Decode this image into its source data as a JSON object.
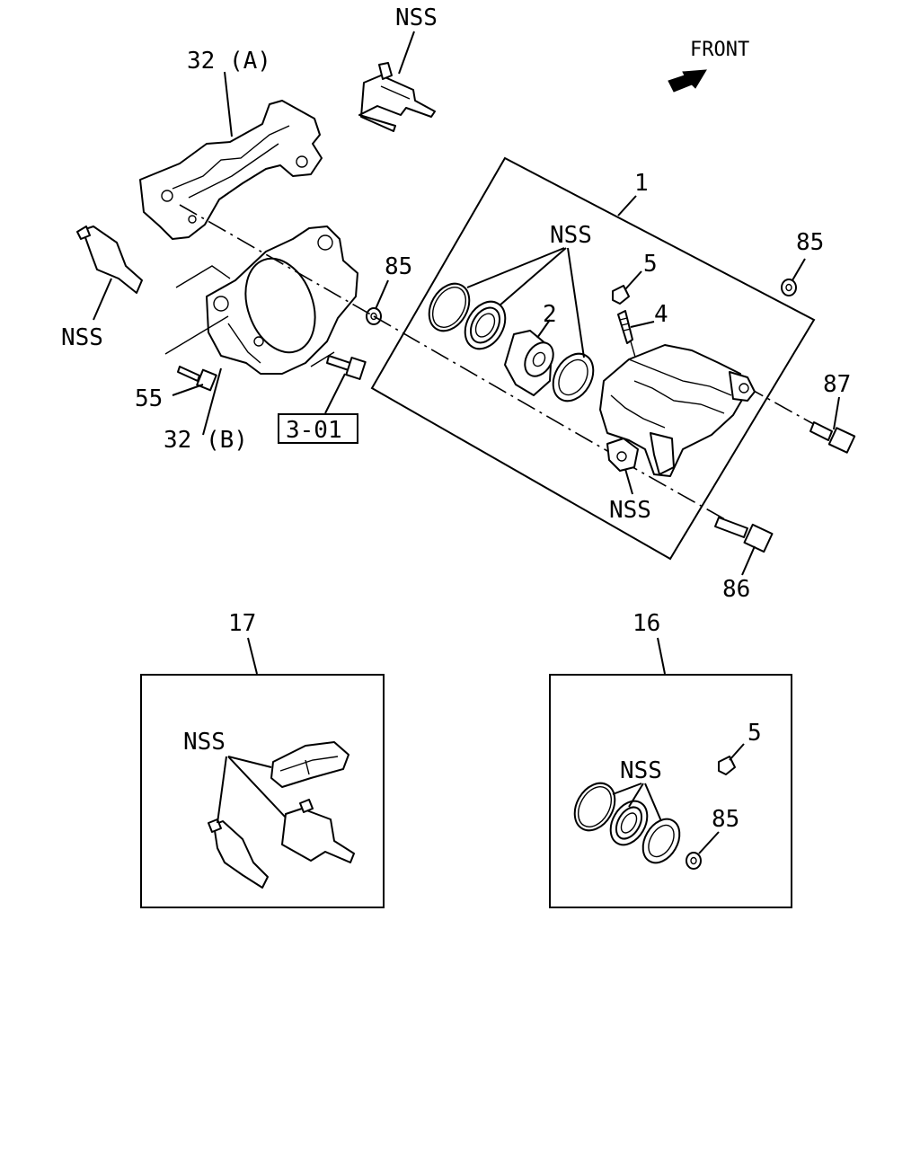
{
  "direction_label": "FRONT",
  "callouts": {
    "nss_top": "NSS",
    "bracket_a": "32 (A)",
    "nss_left": "NSS",
    "caliper_assembly": "1",
    "nss_seals": "NSS",
    "bleeder_cap": "5",
    "piston": "2",
    "bleeder_screw": "4",
    "washer_85_right": "85",
    "washer_85_left": "85",
    "bolt_87": "87",
    "bolt_55": "55",
    "bracket_b": "32 (B)",
    "reference_box": "3-01",
    "nss_caliper": "NSS",
    "bolt_86": "86",
    "kit_17": "17",
    "kit_16": "16",
    "kit17_nss": "NSS",
    "kit16_nss": "NSS",
    "kit16_cap": "5",
    "kit16_washer": "85"
  }
}
